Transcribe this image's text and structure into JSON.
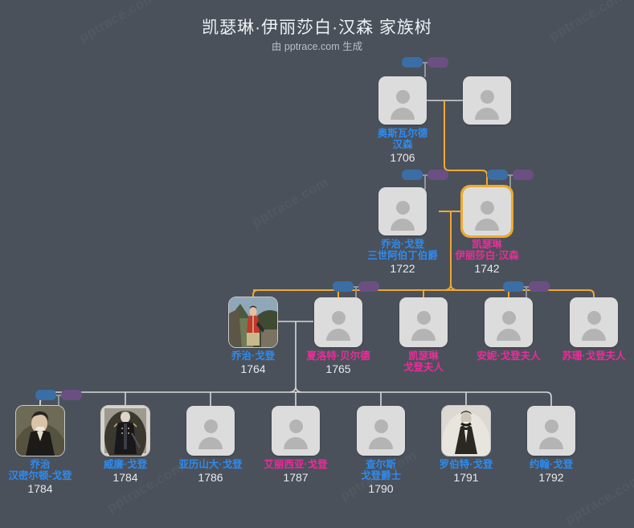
{
  "header": {
    "title": "凯瑟琳·伊丽莎白·汉森 家族树",
    "subtitle": "由 pptrace.com 生成"
  },
  "watermark_text": "pptrace.com",
  "colors": {
    "background": "#4a515b",
    "male_text": "#2e8bf0",
    "female_text": "#ee2b9a",
    "year_text": "#e8ebee",
    "highlight_border": "#f0a830",
    "link_orange": "#f0a830",
    "link_gray": "#d8d8d8",
    "pill_blue": "#3a6ea5",
    "pill_purple": "#6b4f82",
    "card_bg": "#dcdcdc"
  },
  "legend_pills": {
    "male_pill": "male",
    "female_pill": "female"
  },
  "generations": [
    {
      "id": "gen1",
      "people": [
        {
          "id": "oswald-hanson",
          "name_lines": [
            "奥斯瓦尔德",
            "汉森"
          ],
          "name_full": "奥斯瓦尔德 汉森",
          "year": "1706",
          "gender": "male",
          "avatar": "placeholder-person-icon",
          "highlighted": false
        },
        {
          "id": "oswald-spouse",
          "name_lines": [],
          "name_full": "",
          "year": "",
          "gender": "unknown",
          "avatar": "placeholder-person-icon",
          "highlighted": false
        }
      ]
    },
    {
      "id": "gen2",
      "people": [
        {
          "id": "george-gordon-3rd-earl",
          "name_lines": [
            "乔治·戈登",
            "三世阿伯丁伯爵"
          ],
          "name_full": "乔治·戈登 三世阿伯丁伯爵",
          "year": "1722",
          "gender": "male",
          "avatar": "placeholder-person-icon",
          "highlighted": false
        },
        {
          "id": "catherine-elizabeth-hanson",
          "name_lines": [
            "凯瑟琳",
            "伊丽莎白·汉森"
          ],
          "name_full": "凯瑟琳 伊丽莎白·汉森",
          "year": "1742",
          "gender": "female",
          "avatar": "placeholder-person-icon",
          "highlighted": true
        }
      ]
    },
    {
      "id": "gen3",
      "people": [
        {
          "id": "george-gordon-1764",
          "name_lines": [
            "乔治·戈登"
          ],
          "name_full": "乔治·戈登",
          "year": "1764",
          "gender": "male",
          "avatar": "portrait-red-coat",
          "highlighted": false
        },
        {
          "id": "charlotte-baird",
          "name_lines": [
            "夏洛特·贝尔德"
          ],
          "name_full": "夏洛特·贝尔德",
          "year": "1765",
          "gender": "female",
          "avatar": "placeholder-person-icon",
          "highlighted": false
        },
        {
          "id": "lady-catherine-gordon",
          "name_lines": [
            "凯瑟琳",
            "戈登夫人"
          ],
          "name_full": "凯瑟琳 戈登夫人",
          "year": "",
          "gender": "female",
          "avatar": "placeholder-person-icon",
          "highlighted": false
        },
        {
          "id": "lady-anne-gordon",
          "name_lines": [
            "安妮·戈登夫人"
          ],
          "name_full": "安妮·戈登夫人",
          "year": "",
          "gender": "female",
          "avatar": "placeholder-person-icon",
          "highlighted": false
        },
        {
          "id": "lady-susan-gordon",
          "name_lines": [
            "苏珊·戈登夫人"
          ],
          "name_full": "苏珊·戈登夫人",
          "year": "",
          "gender": "female",
          "avatar": "placeholder-person-icon",
          "highlighted": false
        }
      ]
    },
    {
      "id": "gen4",
      "people": [
        {
          "id": "george-hamilton-gordon",
          "name_lines": [
            "乔治",
            "汉密尔顿-戈登"
          ],
          "name_full": "乔治 汉密尔顿-戈登",
          "year": "1784",
          "gender": "male",
          "avatar": "portrait-dark-coat",
          "highlighted": false
        },
        {
          "id": "william-gordon",
          "name_lines": [
            "威廉·戈登"
          ],
          "name_full": "威廉·戈登",
          "year": "1784",
          "gender": "male",
          "avatar": "portrait-uniform",
          "highlighted": false
        },
        {
          "id": "alexander-gordon",
          "name_lines": [
            "亚历山大·戈登"
          ],
          "name_full": "亚历山大·戈登",
          "year": "1786",
          "gender": "male",
          "avatar": "placeholder-person-icon",
          "highlighted": false
        },
        {
          "id": "alicia-gordon",
          "name_lines": [
            "艾丽西亚·戈登"
          ],
          "name_full": "艾丽西亚·戈登",
          "year": "1787",
          "gender": "female",
          "avatar": "placeholder-person-icon",
          "highlighted": false
        },
        {
          "id": "sir-charles-gordon",
          "name_lines": [
            "查尔斯",
            "戈登爵士"
          ],
          "name_full": "查尔斯 戈登爵士",
          "year": "1790",
          "gender": "male",
          "avatar": "placeholder-person-icon",
          "highlighted": false
        },
        {
          "id": "robert-gordon",
          "name_lines": [
            "罗伯特·戈登"
          ],
          "name_full": "罗伯特·戈登",
          "year": "1791",
          "gender": "male",
          "avatar": "portrait-cravat",
          "highlighted": false
        },
        {
          "id": "john-gordon",
          "name_lines": [
            "约翰·戈登"
          ],
          "name_full": "约翰·戈登",
          "year": "1792",
          "gender": "male",
          "avatar": "placeholder-person-icon",
          "highlighted": false
        }
      ]
    }
  ]
}
